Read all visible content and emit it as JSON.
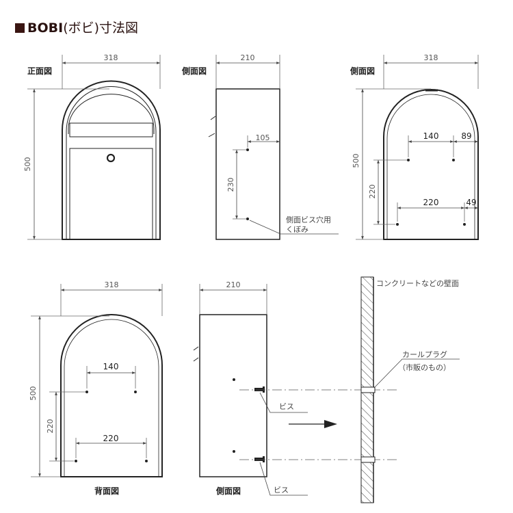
{
  "title": {
    "brand": "BOBI",
    "suffix": "(ボビ)寸法図"
  },
  "views": {
    "front": "正面図",
    "side1": "側面図",
    "side2": "側面図",
    "back": "背面図",
    "side3": "側面図"
  },
  "dims": {
    "w318": "318",
    "d210": "210",
    "h500": "500",
    "d105": "105",
    "h230": "230",
    "w140": "140",
    "w89": "89",
    "h220": "220",
    "w220": "220",
    "w49": "49"
  },
  "notes": {
    "side_hole_line1": "側面ビス穴用",
    "side_hole_line2": "くぼみ",
    "wall": "コンクリートなどの壁面",
    "plug_line1": "カールプラグ",
    "plug_line2": "（市販のもの）",
    "screw1": "ビス",
    "screw2": "ビス"
  }
}
